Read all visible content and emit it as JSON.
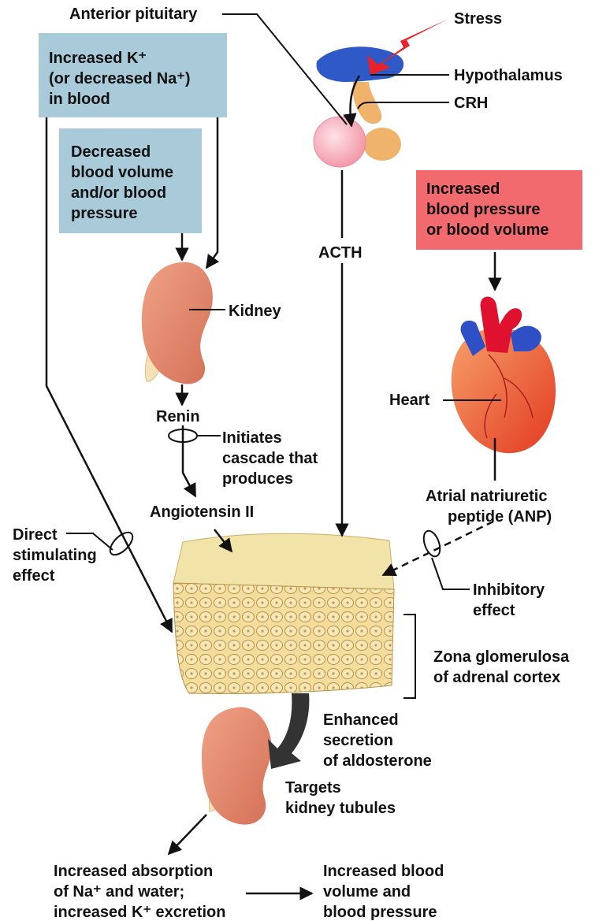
{
  "labels": {
    "anterior_pituitary": "Anterior pituitary",
    "stress": "Stress",
    "hypothalamus": "Hypothalamus",
    "crh": "CRH",
    "acth": "ACTH",
    "kidney": "Kidney",
    "renin": "Renin",
    "cascade": [
      "Initiates",
      "cascade that",
      "produces"
    ],
    "angiotensin": "Angiotensin II",
    "direct_effect": [
      "Direct",
      "stimulating",
      "effect"
    ],
    "heart": "Heart",
    "anp": [
      "Atrial natriuretic",
      "peptide (ANP)"
    ],
    "inhibitory_effect": [
      "Inhibitory",
      "effect"
    ],
    "zona": [
      "Zona glomerulosa",
      "of adrenal cortex"
    ],
    "enhanced": [
      "Enhanced",
      "secretion",
      "of aldosterone"
    ],
    "targets": [
      "Targets",
      "kidney tubules"
    ]
  },
  "boxes": {
    "increased_k": [
      "Increased K⁺",
      "(or decreased Na⁺)",
      "in blood"
    ],
    "decreased_volume": [
      "Decreased",
      "blood volume",
      "and/or blood",
      "pressure"
    ],
    "increased_pressure": [
      "Increased",
      "blood pressure",
      "or blood volume"
    ]
  },
  "outcomes": {
    "absorption": [
      "Increased absorption",
      "of Na⁺ and water;",
      "increased K⁺ excretion"
    ],
    "blood": [
      "Increased blood",
      "volume and",
      "blood pressure"
    ]
  },
  "colors": {
    "blue_box": "#a9cbd9",
    "red_box": "#f26a6e",
    "kidney": "#e58a6b",
    "pituitary": "#f9b6c1",
    "hypothalamus": "#2f59c6",
    "heart": "#e8452a",
    "adrenal": "#f2e3a8"
  }
}
